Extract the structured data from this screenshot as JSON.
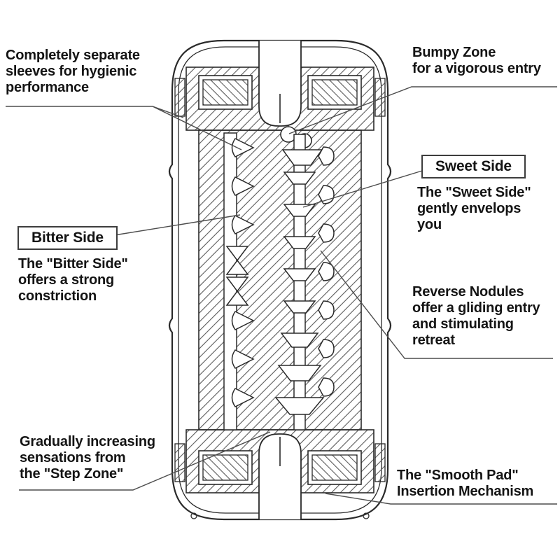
{
  "diagram": {
    "type": "product-cross-section",
    "colors": {
      "line": "#2a2a2a",
      "hatch": "#5a5a5a",
      "leader": "#4d4d4d",
      "text": "#141414",
      "background": "#ffffff"
    },
    "labels": {
      "separate_sleeves": {
        "lines": [
          "Completely separate",
          "sleeves for hygienic",
          "performance"
        ]
      },
      "bumpy_zone": {
        "lines": [
          "Bumpy Zone",
          "for a vigorous entry"
        ]
      },
      "sweet_side_box": {
        "label": "Sweet Side"
      },
      "sweet_side_desc": {
        "lines": [
          "The \"Sweet Side\"",
          "gently envelops",
          "you"
        ]
      },
      "bitter_side_box": {
        "label": "Bitter Side"
      },
      "bitter_side_desc": {
        "lines": [
          "The \"Bitter Side\"",
          "offers a strong",
          "constriction"
        ]
      },
      "reverse_nodules": {
        "lines": [
          "Reverse Nodules",
          "offer a gliding entry",
          "and stimulating",
          "retreat"
        ]
      },
      "step_zone": {
        "lines": [
          "Gradually increasing",
          "sensations from",
          "the \"Step Zone\""
        ]
      },
      "smooth_pad": {
        "lines": [
          "The \"Smooth Pad\"",
          "Insertion Mechanism"
        ]
      }
    }
  }
}
